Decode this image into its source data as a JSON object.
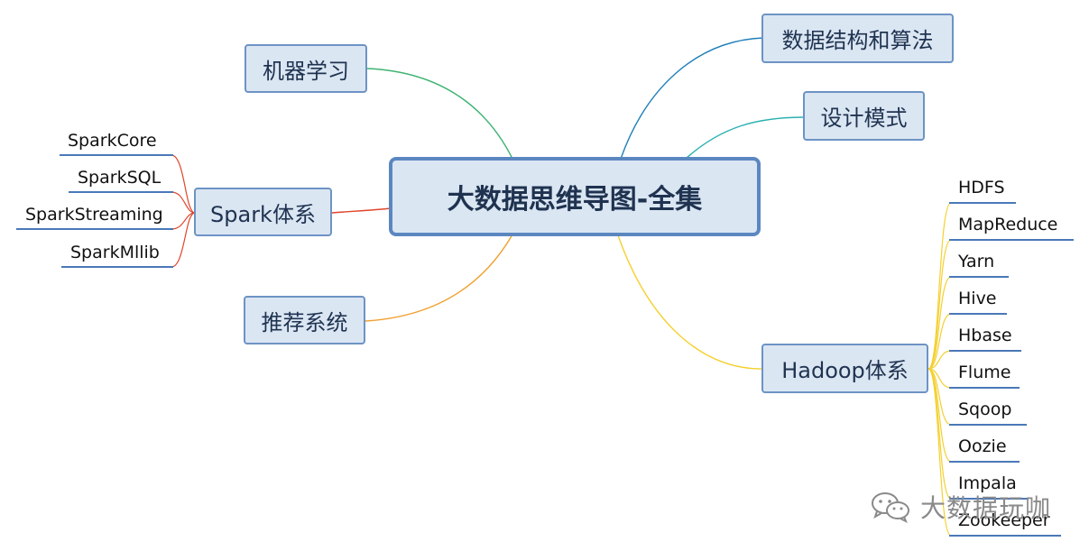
{
  "root": {
    "label": "大数据思维导图-全集"
  },
  "topics": {
    "ml": {
      "label": "机器学习"
    },
    "spark": {
      "label": "Spark体系"
    },
    "rec": {
      "label": "推荐系统"
    },
    "ds": {
      "label": "数据结构和算法"
    },
    "design": {
      "label": "设计模式"
    },
    "hadoop": {
      "label": "Hadoop体系"
    }
  },
  "spark_children": [
    "SparkCore",
    "SparkSQL",
    "SparkStreaming",
    "SparkMllib"
  ],
  "hadoop_children": [
    "HDFS",
    "MapReduce",
    "Yarn",
    "Hive",
    "Hbase",
    "Flume",
    "Sqoop",
    "Oozie",
    "Impala",
    "Zookeeper"
  ],
  "watermark": {
    "text": "大数据玩咖",
    "icon": "wechat-icon"
  },
  "colors": {
    "node_fill": "#dbe6f3",
    "node_border": "#6d93c4",
    "ml_branch": "#3cb371",
    "spark_branch": "#e0452b",
    "rec_branch": "#f0a030",
    "ds_branch": "#1f7fb8",
    "design_branch": "#2ab0b0",
    "hadoop_branch": "#f4d030"
  }
}
